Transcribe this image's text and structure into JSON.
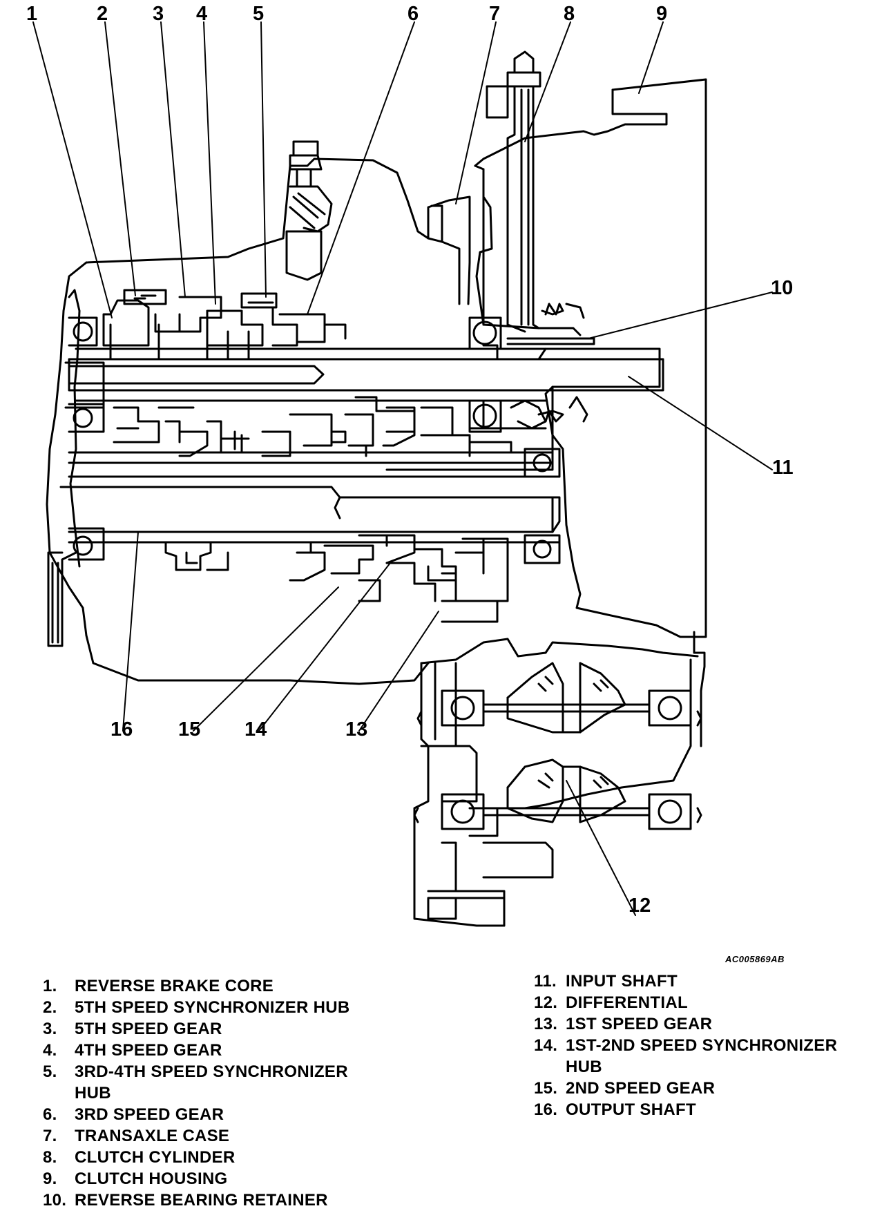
{
  "image_code": "AC005869AB",
  "callouts": [
    "1",
    "2",
    "3",
    "4",
    "5",
    "6",
    "7",
    "8",
    "9",
    "10",
    "11",
    "12",
    "13",
    "14",
    "15",
    "16"
  ],
  "legend_left": [
    {
      "num": "1.",
      "text": "REVERSE BRAKE CORE"
    },
    {
      "num": "2.",
      "text": "5TH SPEED SYNCHRONIZER HUB"
    },
    {
      "num": "3.",
      "text": "5TH SPEED GEAR"
    },
    {
      "num": "4.",
      "text": "4TH SPEED GEAR"
    },
    {
      "num": "5.",
      "text": "3RD-4TH SPEED SYNCHRONIZER",
      "cont": "HUB"
    },
    {
      "num": "6.",
      "text": "3RD SPEED GEAR"
    },
    {
      "num": "7.",
      "text": "TRANSAXLE CASE"
    },
    {
      "num": "8.",
      "text": "CLUTCH CYLINDER"
    },
    {
      "num": "9.",
      "text": "CLUTCH HOUSING"
    },
    {
      "num": "10.",
      "text": "REVERSE BEARING RETAINER"
    }
  ],
  "legend_right": [
    {
      "num": "11.",
      "text": "INPUT SHAFT"
    },
    {
      "num": "12.",
      "text": "DIFFERENTIAL"
    },
    {
      "num": "13.",
      "text": "1ST SPEED GEAR"
    },
    {
      "num": "14.",
      "text": "1ST-2ND SPEED SYNCHRONIZER",
      "cont": "HUB"
    },
    {
      "num": "15.",
      "text": "2ND SPEED GEAR"
    },
    {
      "num": "16.",
      "text": "OUTPUT SHAFT"
    }
  ]
}
